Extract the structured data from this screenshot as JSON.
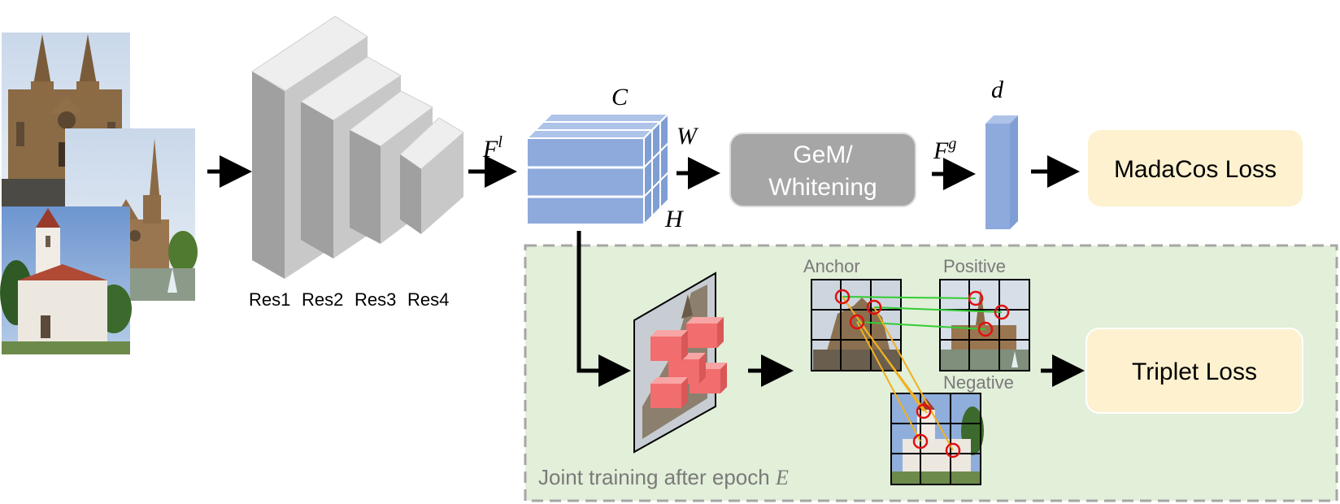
{
  "backbone": {
    "labels": [
      "Res1",
      "Res2",
      "Res3",
      "Res4"
    ]
  },
  "features": {
    "local_symbol": "F",
    "local_sup": "l",
    "global_symbol": "F",
    "global_sup": "g",
    "dim_c": "C",
    "dim_w": "W",
    "dim_h": "H",
    "dim_d": "d"
  },
  "pooling": {
    "line1": "GeM/",
    "line2": "Whitening"
  },
  "losses": {
    "madacos": "MadaCos Loss",
    "triplet": "Triplet Loss"
  },
  "joint": {
    "label": "Joint training  after epoch",
    "epoch_symbol": "E"
  },
  "matching": {
    "anchor": "Anchor",
    "positive": "Positive",
    "negative": "Negative"
  },
  "colors": {
    "feature_blue": "#8eaadc",
    "loss_fill": "#fdf1cf",
    "pool_fill": "#a6a6a6",
    "joint_fill": "#e2efd9",
    "match_positive": "#33cc33",
    "match_negative": "#f0b020",
    "keypoint_circle": "#e01010",
    "attention_red": "#f26d6d"
  }
}
